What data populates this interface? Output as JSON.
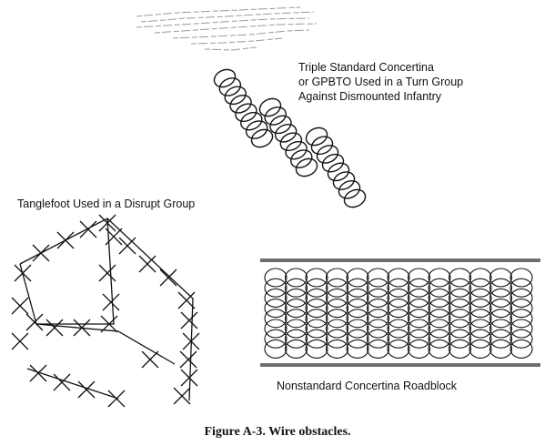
{
  "labels": {
    "triple_concertina": [
      "Triple Standard Concertina",
      "or GPBTO Used in a Turn Group",
      "Against Dismounted Infantry"
    ],
    "tanglefoot": "Tanglefoot Used in a Disrupt Group",
    "roadblock": "Nonstandard Concertina Roadblock"
  },
  "caption": "Figure A-3. Wire obstacles.",
  "colors": {
    "ink": "#111111",
    "roadblock_bar": "#6e6e6e",
    "hatching": "#9a9a9a"
  }
}
